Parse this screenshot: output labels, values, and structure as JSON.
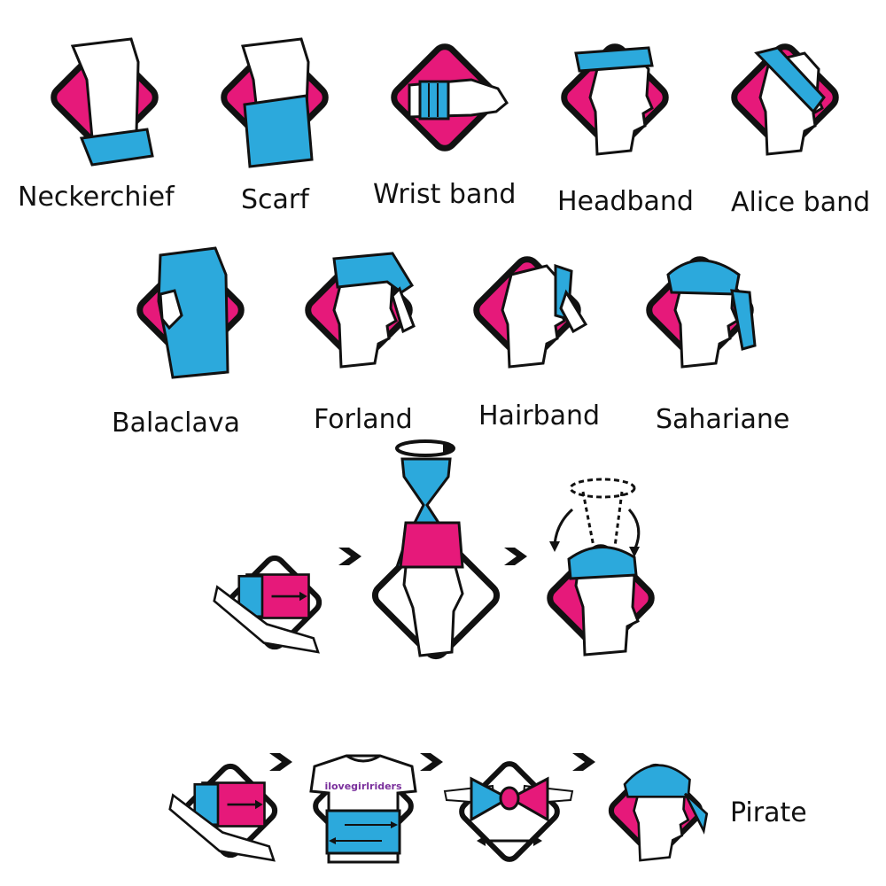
{
  "colors": {
    "pink": "#e6197a",
    "blue": "#2ca9dc",
    "outline": "#111111",
    "bg": "#ffffff"
  },
  "styles": [
    {
      "id": "neckerchief",
      "label": "Neckerchief",
      "icon": "neckerchief-icon"
    },
    {
      "id": "scarf",
      "label": "Scarf",
      "icon": "scarf-icon"
    },
    {
      "id": "wrist-band",
      "label": "Wrist band",
      "icon": "wrist-band-icon"
    },
    {
      "id": "headband",
      "label": "Headband",
      "icon": "headband-icon"
    },
    {
      "id": "alice-band",
      "label": "Alice band",
      "icon": "alice-band-icon"
    },
    {
      "id": "balaclava",
      "label": "Balaclava",
      "icon": "balaclava-icon"
    },
    {
      "id": "forland",
      "label": "Forland",
      "icon": "forland-icon"
    },
    {
      "id": "hairband",
      "label": "Hairband",
      "icon": "hairband-icon"
    },
    {
      "id": "sahariane",
      "label": "Sahariane",
      "icon": "sahariane-icon"
    }
  ],
  "sequences": {
    "twist": {
      "steps": [
        "fold-step-icon",
        "twist-step-icon",
        "cap-step-icon"
      ]
    },
    "pirate": {
      "label": "Pirate",
      "shirt_text": "ilovegirlriders",
      "steps": [
        "fold-step-icon",
        "shirt-step-icon",
        "knot-step-icon",
        "pirate-icon"
      ]
    }
  }
}
